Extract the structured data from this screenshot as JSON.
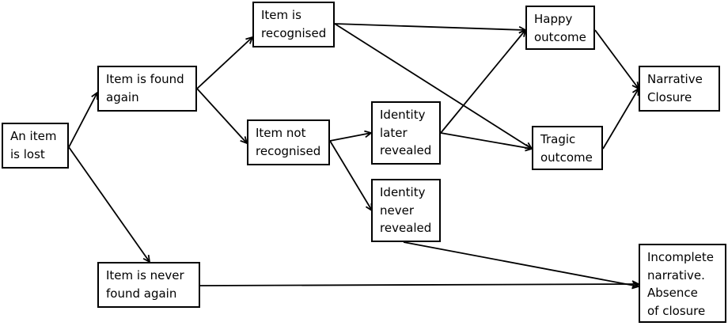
{
  "nodes": {
    "lost": {
      "lines": [
        "An item",
        "is lost"
      ]
    },
    "found": {
      "lines": [
        "Item is found",
        "again"
      ]
    },
    "never_found": {
      "lines": [
        "Item is never",
        "found again"
      ]
    },
    "recognised": {
      "lines": [
        "Item is",
        "recognised"
      ]
    },
    "not_recognised": {
      "lines": [
        "Item not",
        "recognised"
      ]
    },
    "later_revealed": {
      "lines": [
        "Identity",
        "later",
        "revealed"
      ]
    },
    "never_revealed": {
      "lines": [
        "Identity",
        "never",
        "revealed"
      ]
    },
    "happy": {
      "lines": [
        "Happy",
        "outcome"
      ]
    },
    "tragic": {
      "lines": [
        "Tragic",
        "outcome"
      ]
    },
    "closure": {
      "lines": [
        "Narrative",
        "Closure"
      ]
    },
    "incomplete": {
      "lines": [
        "Incomplete",
        "narrative.",
        "Absence",
        "of closure"
      ]
    }
  },
  "edges": [
    {
      "from": "lost",
      "to": "found"
    },
    {
      "from": "lost",
      "to": "never_found"
    },
    {
      "from": "found",
      "to": "recognised"
    },
    {
      "from": "found",
      "to": "not_recognised"
    },
    {
      "from": "recognised",
      "to": "happy"
    },
    {
      "from": "recognised",
      "to": "tragic"
    },
    {
      "from": "not_recognised",
      "to": "later_revealed"
    },
    {
      "from": "not_recognised",
      "to": "never_revealed"
    },
    {
      "from": "later_revealed",
      "to": "happy"
    },
    {
      "from": "later_revealed",
      "to": "tragic"
    },
    {
      "from": "never_revealed",
      "to": "incomplete"
    },
    {
      "from": "never_found",
      "to": "incomplete"
    },
    {
      "from": "happy",
      "to": "closure"
    },
    {
      "from": "tragic",
      "to": "closure"
    }
  ],
  "colors": {
    "stroke": "#000000",
    "background": "#ffffff"
  }
}
